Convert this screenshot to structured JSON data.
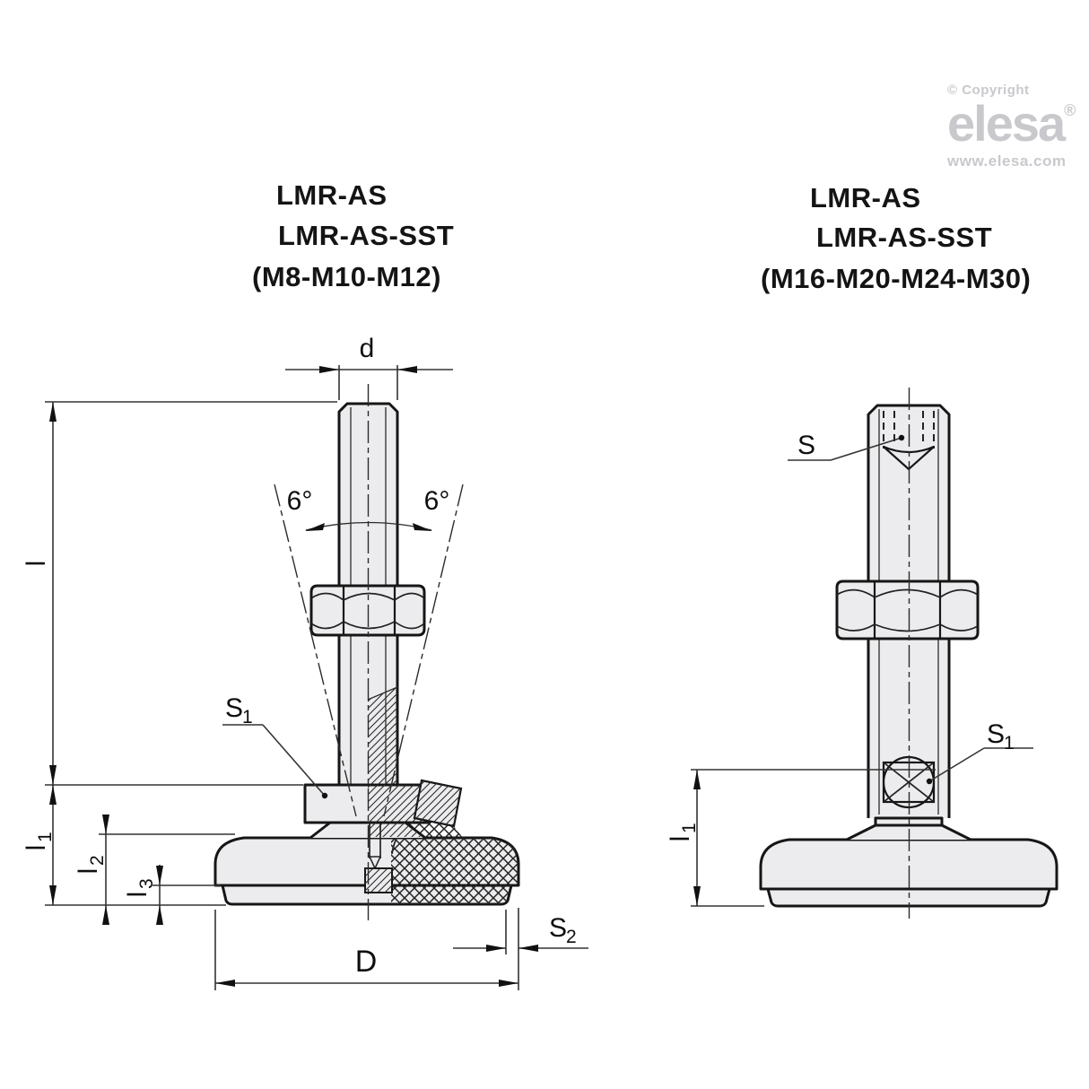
{
  "branding": {
    "copyright_line": "© Copyright",
    "brand_name": "elesa",
    "registered_mark": "®",
    "website": "www.elesa.com"
  },
  "left_figure": {
    "title_lines": [
      "LMR-AS",
      "LMR-AS-SST",
      "(M8-M10-M12)"
    ],
    "labels": {
      "thread_diameter": "d",
      "tilt_angle_left": "6°",
      "tilt_angle_right": "6°",
      "length_main": "l",
      "l1_main": "l",
      "l1_sub": "1",
      "l2_main": "l",
      "l2_sub": "2",
      "l3_main": "l",
      "l3_sub": "3",
      "base_diameter": "D",
      "s1_main": "S",
      "s1_sub": "1",
      "s2_main": "S",
      "s2_sub": "2"
    }
  },
  "right_figure": {
    "title_lines": [
      "LMR-AS",
      "LMR-AS-SST",
      "(M16-M20-M24-M30)"
    ],
    "labels": {
      "socket_size": "S",
      "s1_main": "S",
      "s1_sub": "1",
      "l1_main": "l",
      "l1_sub": "1"
    }
  },
  "colors": {
    "drawing_line": "#1a1a1a",
    "part_fill": "#ececee",
    "dimension_line": "#333333",
    "brand_gray": "#c9c9cd",
    "background": "#ffffff"
  }
}
